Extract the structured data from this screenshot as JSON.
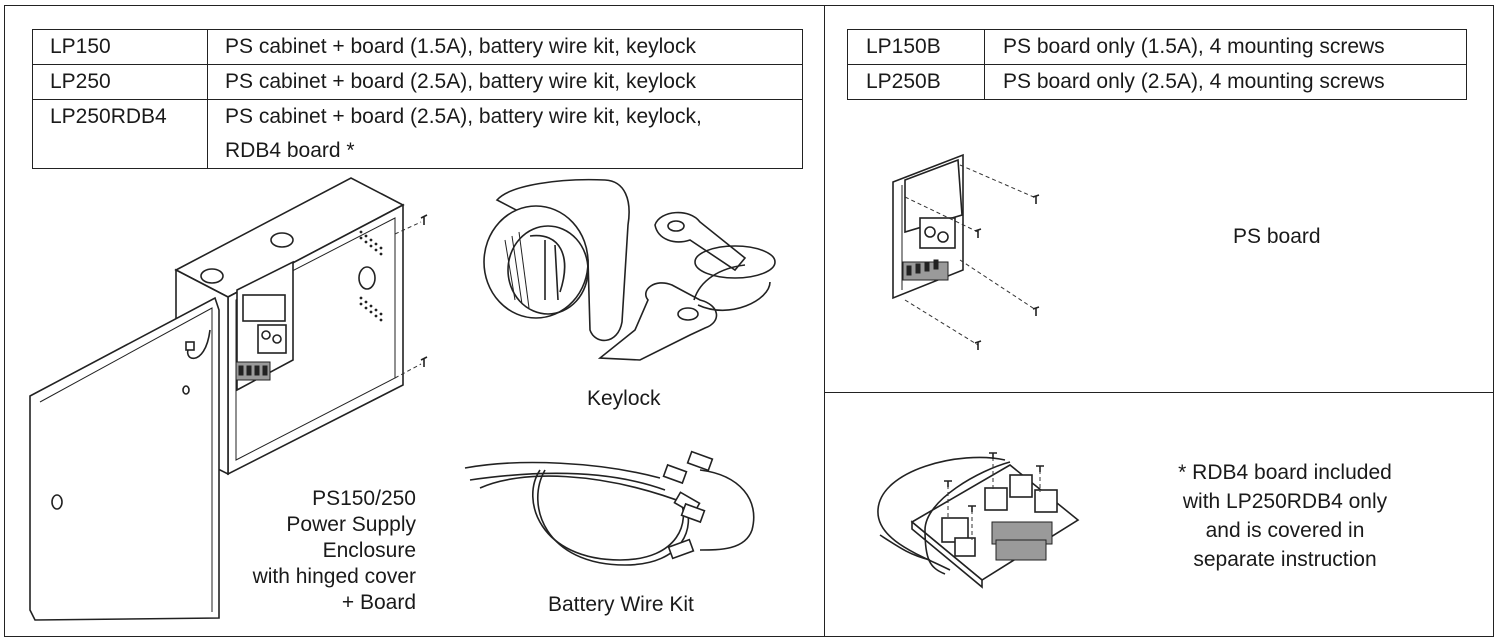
{
  "left_table": [
    {
      "code": "LP150",
      "desc": "PS cabinet + board (1.5A), battery wire kit, keylock"
    },
    {
      "code": "LP250",
      "desc": "PS cabinet + board (2.5A), battery wire kit, keylock"
    },
    {
      "code": "LP250RDB4",
      "desc": "PS cabinet + board (2.5A), battery wire kit, keylock,",
      "desc2": "RDB4 board *"
    }
  ],
  "right_table": [
    {
      "code": "LP150B",
      "desc": "PS board only (1.5A), 4 mounting screws"
    },
    {
      "code": "LP250B",
      "desc": "PS board only (2.5A), 4 mounting screws"
    }
  ],
  "captions": {
    "keylock": "Keylock",
    "battery_kit": "Battery Wire Kit",
    "enclosure": [
      "PS150/250",
      "Power Supply",
      "Enclosure",
      "with hinged cover",
      "+ Board"
    ],
    "ps_board": "PS board",
    "rdb4_note": [
      "* RDB4 board included",
      "with LP250RDB4 only",
      "and is covered in",
      "separate instruction"
    ]
  }
}
